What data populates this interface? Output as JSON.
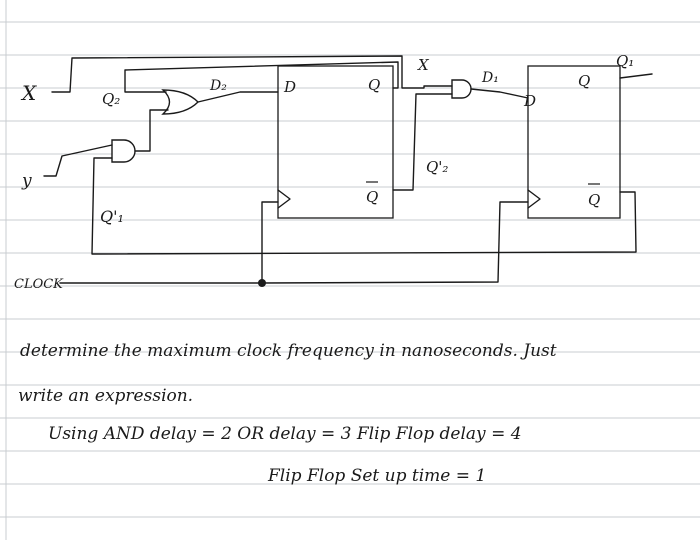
{
  "labels": {
    "x": "X",
    "y": "y",
    "clock": "CLOCK",
    "q2": "Q₂",
    "d2": "D₂",
    "ff2_d": "D",
    "ff2_q": "Q",
    "ff2_qbar": "Q",
    "x_top": "X",
    "d1": "D₁",
    "ff1_d": "D",
    "ff1_q": "Q",
    "ff1_qbar": "Q",
    "q1": "Q₁",
    "q2_prime": "Q'₂",
    "q1_prime": "Q'₁"
  },
  "problem": {
    "line1": "determine the maximum clock frequency   in nanoseconds. Just",
    "line2": "write an expression.",
    "line3": "Using   AND delay = 2    OR delay = 3    Flip Flop delay = 4",
    "line4": "Flip Flop Set up time = 1"
  },
  "colors": {
    "ink": "#1a1a1a",
    "rule": "#c9ccd1",
    "margin": "#c9ccd1"
  }
}
